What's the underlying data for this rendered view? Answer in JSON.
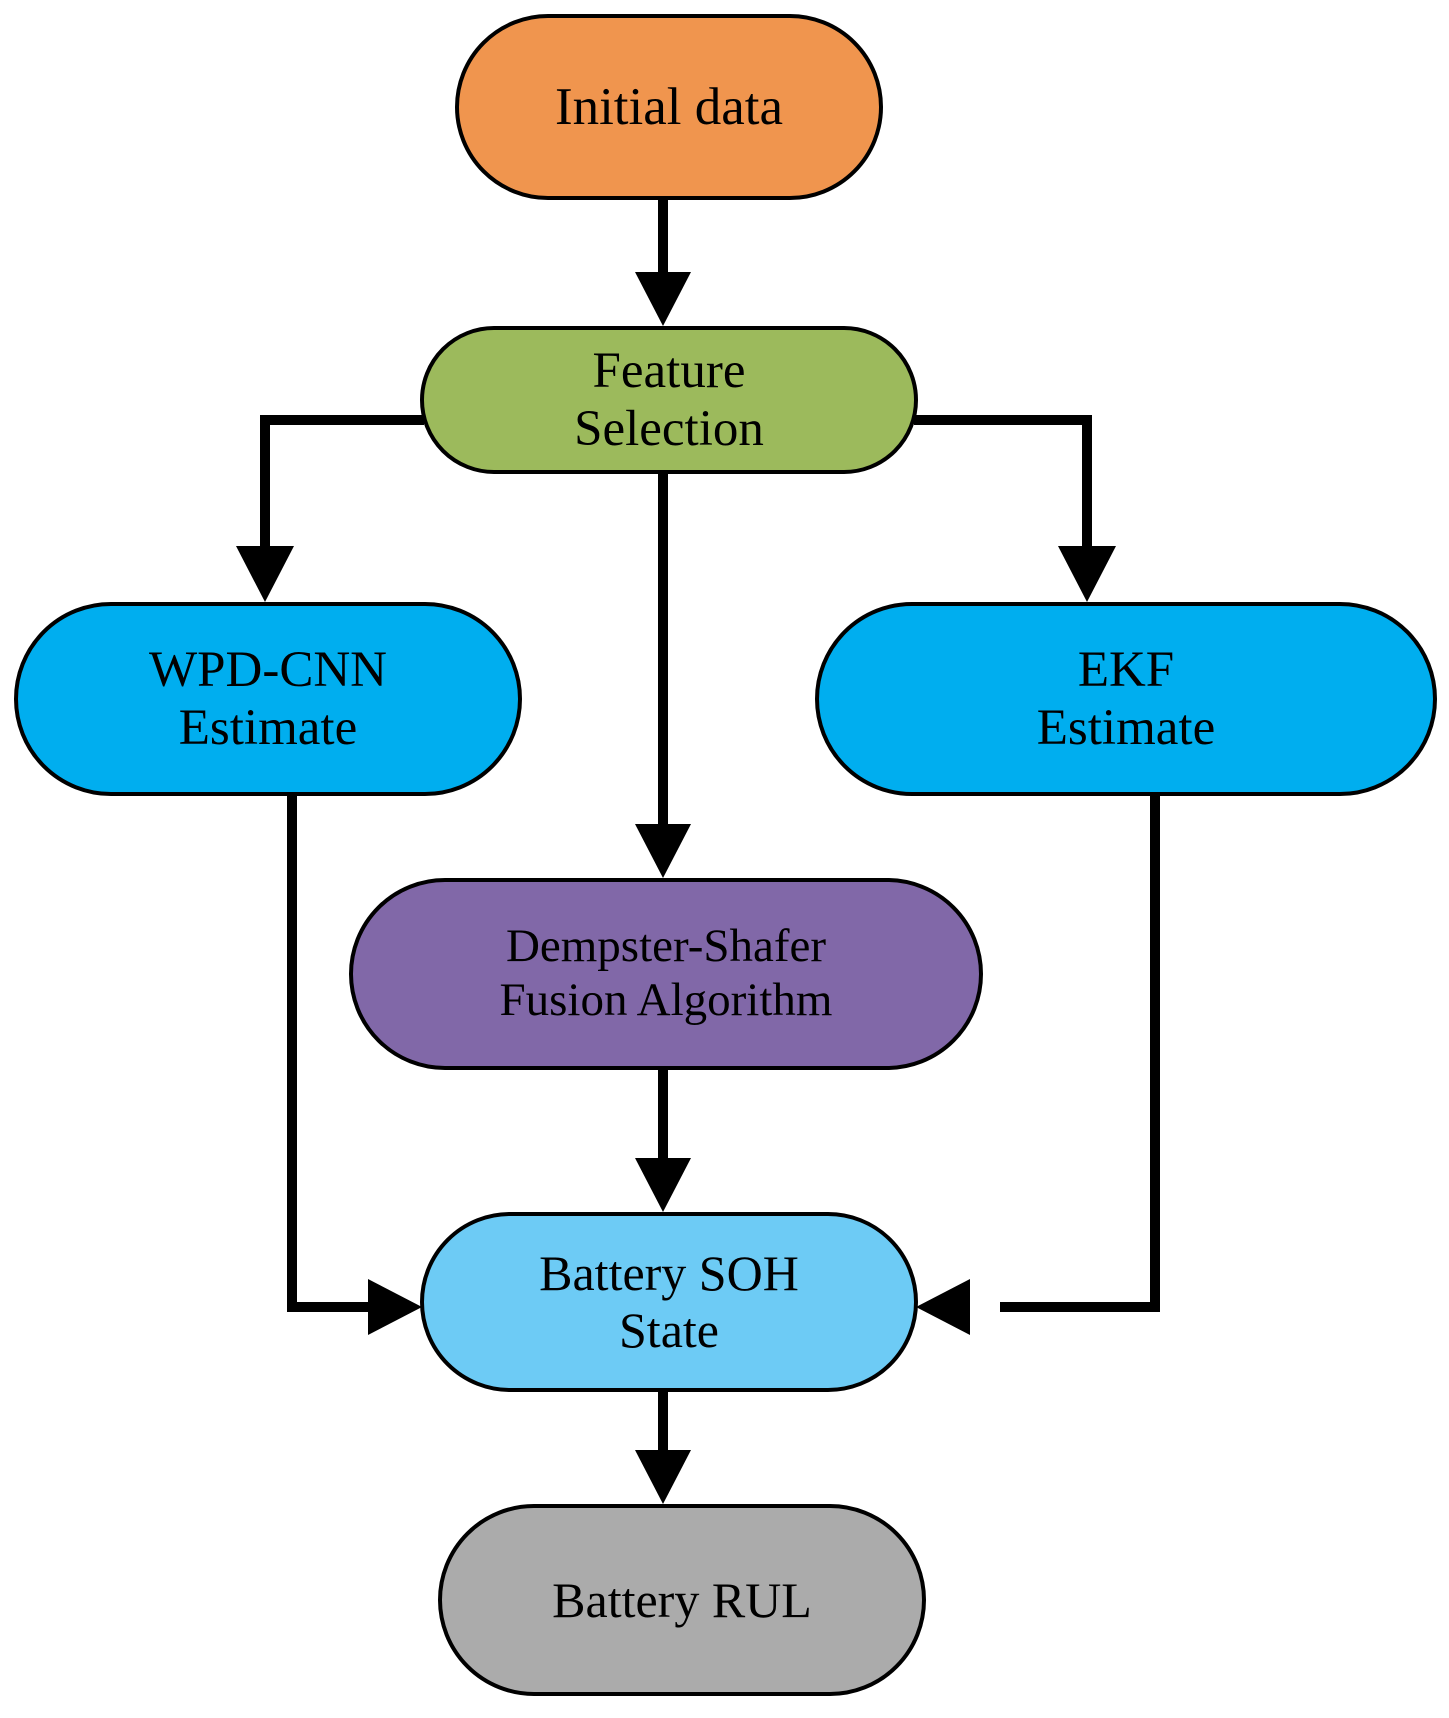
{
  "diagram": {
    "title": "Battery SOH/RUL estimation flowchart",
    "background": "#ffffff",
    "edge_color": "#000000",
    "nodes": [
      {
        "id": "initial-data",
        "lines": [
          "Initial data"
        ],
        "fill": "#F0954E",
        "stroke": "#000000"
      },
      {
        "id": "feature-selection",
        "lines": [
          "Feature",
          "Selection"
        ],
        "fill": "#9CBA5C",
        "stroke": "#000000"
      },
      {
        "id": "wpd-cnn",
        "lines": [
          "WPD-CNN",
          "Estimate"
        ],
        "fill": "#00AEEF",
        "stroke": "#000000"
      },
      {
        "id": "ekf",
        "lines": [
          "EKF",
          "Estimate"
        ],
        "fill": "#00AEEF",
        "stroke": "#000000"
      },
      {
        "id": "dempster-shafer",
        "lines": [
          "Dempster-Shafer",
          "Fusion Algorithm"
        ],
        "fill": "#8168A8",
        "stroke": "#000000"
      },
      {
        "id": "battery-soh",
        "lines": [
          "Battery SOH",
          "State"
        ],
        "fill": "#6DCBF5",
        "stroke": "#000000"
      },
      {
        "id": "battery-rul",
        "lines": [
          "Battery RUL"
        ],
        "fill": "#ABABAB",
        "stroke": "#000000"
      }
    ],
    "edges": [
      {
        "from": "initial-data",
        "to": "feature-selection",
        "style": "straight-down"
      },
      {
        "from": "feature-selection",
        "to": "wpd-cnn",
        "style": "left-branch"
      },
      {
        "from": "feature-selection",
        "to": "ekf",
        "style": "right-branch"
      },
      {
        "from": "feature-selection",
        "to": "dempster-shafer",
        "style": "straight-down"
      },
      {
        "from": "wpd-cnn",
        "to": "battery-soh",
        "style": "left-elbow"
      },
      {
        "from": "ekf",
        "to": "battery-soh",
        "style": "right-elbow"
      },
      {
        "from": "dempster-shafer",
        "to": "battery-soh",
        "style": "straight-down"
      },
      {
        "from": "battery-soh",
        "to": "battery-rul",
        "style": "straight-down"
      }
    ]
  }
}
